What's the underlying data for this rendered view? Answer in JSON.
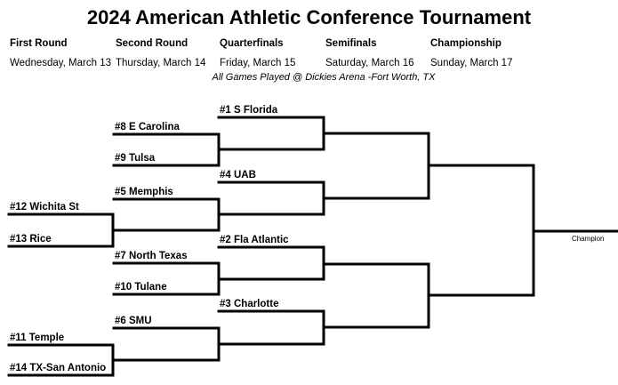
{
  "title": "2024 American Athletic Conference Tournament",
  "rounds": [
    {
      "name": "First Round",
      "date": "Wednesday, March 13"
    },
    {
      "name": "Second Round",
      "date": "Thursday, March 14"
    },
    {
      "name": "Quarterfinals",
      "date": "Friday, March 15"
    },
    {
      "name": "Semifinals",
      "date": "Saturday, March 16"
    },
    {
      "name": "Championship",
      "date": "Sunday, March 17"
    }
  ],
  "venue": "All Games Played @ Dickies Arena -Fort Worth, TX",
  "teams": {
    "r1": [
      "#12 Wichita St",
      "#13 Rice",
      "#11 Temple",
      "#14 TX-San Antonio"
    ],
    "r2": [
      "#8 E Carolina",
      "#9 Tulsa",
      "#5 Memphis",
      "#7 North Texas",
      "#10 Tulane",
      "#6 SMU"
    ],
    "qf": [
      "#1 S Florida",
      "#4 UAB",
      "#2 Fla Atlantic",
      "#3 Charlotte"
    ]
  },
  "champion_label": "Champion"
}
